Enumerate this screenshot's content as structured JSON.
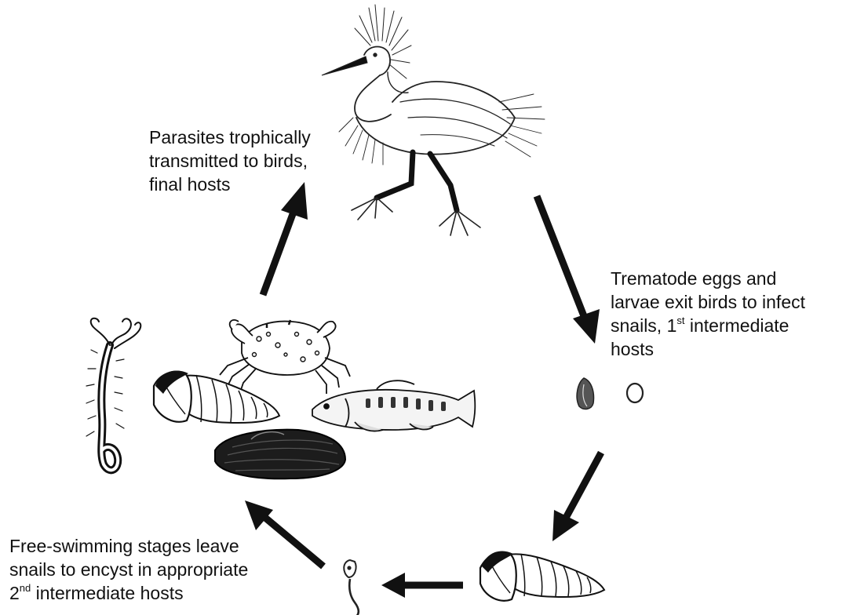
{
  "labels": {
    "birds": [
      "Parasites trophically",
      "transmitted to birds,",
      "final hosts"
    ],
    "eggs": {
      "line1": "Trematode eggs and",
      "line2": "larvae exit birds to infect",
      "line3_pre": "snails, 1",
      "line3_sup": "st",
      "line3_post": " intermediate",
      "line4": "hosts"
    },
    "swim": {
      "line1": "Free-swimming stages leave",
      "line2": "snails to encyst in appropriate",
      "line3_pre": "2",
      "line3_sup": "nd",
      "line3_post": " intermediate hosts"
    }
  },
  "illustrations": [
    "egret-icon",
    "egg-icon",
    "larva-icon",
    "snail-icon",
    "cercaria-icon",
    "polychaete-worm-icon",
    "crab-icon",
    "fish-icon",
    "mussel-icon"
  ],
  "colors": {
    "ink": "#111111",
    "shade": "#2b2b2b"
  }
}
